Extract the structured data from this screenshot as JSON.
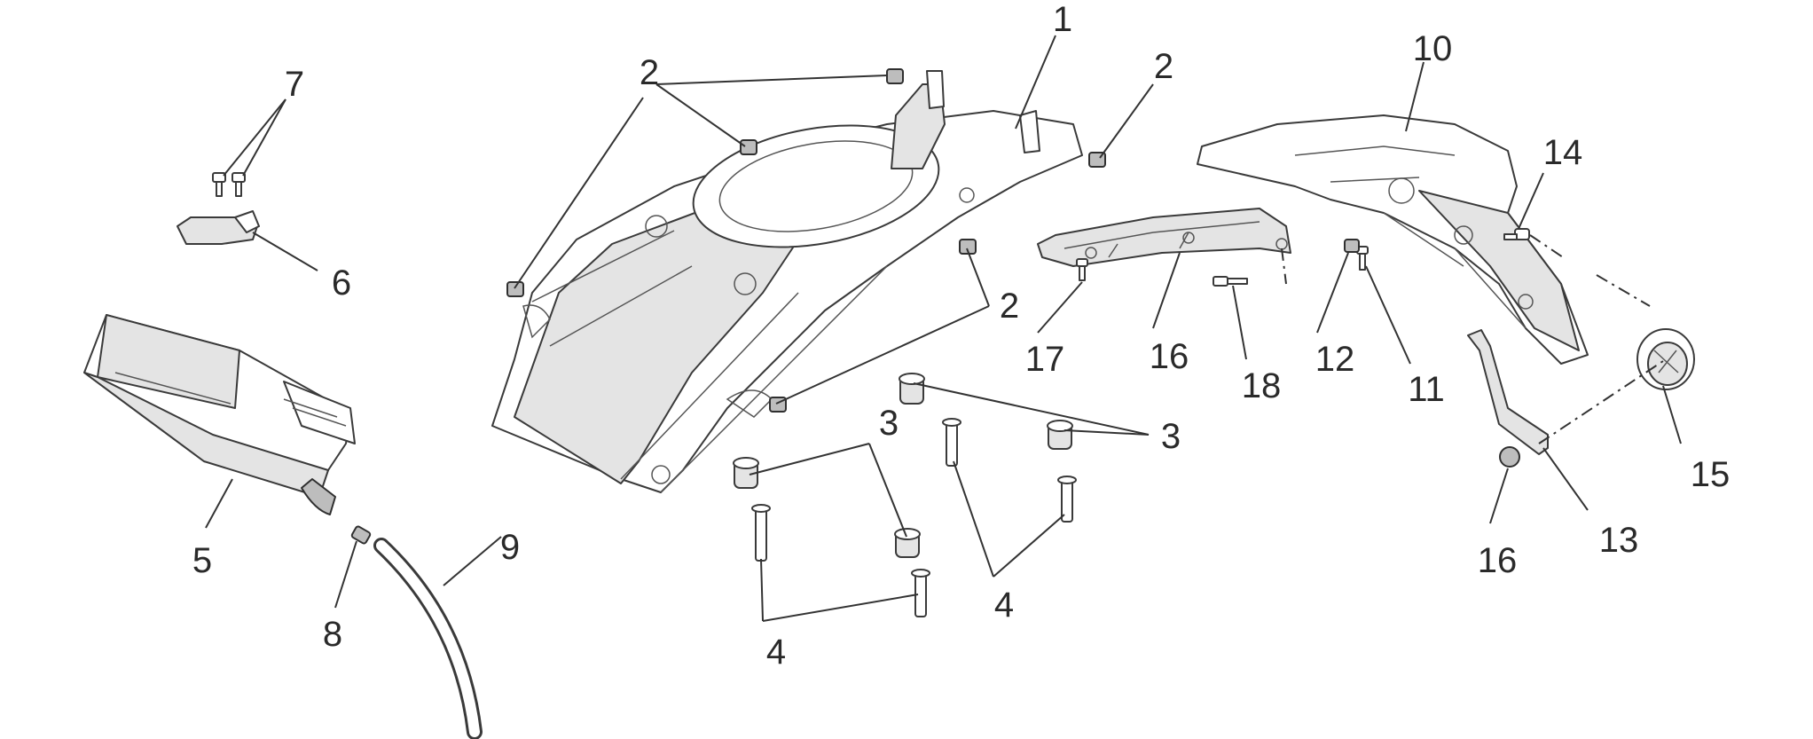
{
  "diagram": {
    "callouts": [
      {
        "id": "c1",
        "label": "1"
      },
      {
        "id": "c2a",
        "label": "2"
      },
      {
        "id": "c2b",
        "label": "2"
      },
      {
        "id": "c2c",
        "label": "2"
      },
      {
        "id": "c3a",
        "label": "3"
      },
      {
        "id": "c3b",
        "label": "3"
      },
      {
        "id": "c4a",
        "label": "4"
      },
      {
        "id": "c4b",
        "label": "4"
      },
      {
        "id": "c5",
        "label": "5"
      },
      {
        "id": "c6",
        "label": "6"
      },
      {
        "id": "c7",
        "label": "7"
      },
      {
        "id": "c8",
        "label": "8"
      },
      {
        "id": "c9",
        "label": "9"
      },
      {
        "id": "c10",
        "label": "10"
      },
      {
        "id": "c11",
        "label": "11"
      },
      {
        "id": "c12",
        "label": "12"
      },
      {
        "id": "c13",
        "label": "13"
      },
      {
        "id": "c14",
        "label": "14"
      },
      {
        "id": "c15",
        "label": "15"
      },
      {
        "id": "c16a",
        "label": "16"
      },
      {
        "id": "c16b",
        "label": "16"
      },
      {
        "id": "c17",
        "label": "17"
      },
      {
        "id": "c18",
        "label": "18"
      }
    ],
    "colors": {
      "line": "#3a3a3a",
      "shade": "#e4e4e4",
      "background": "#ffffff"
    }
  }
}
